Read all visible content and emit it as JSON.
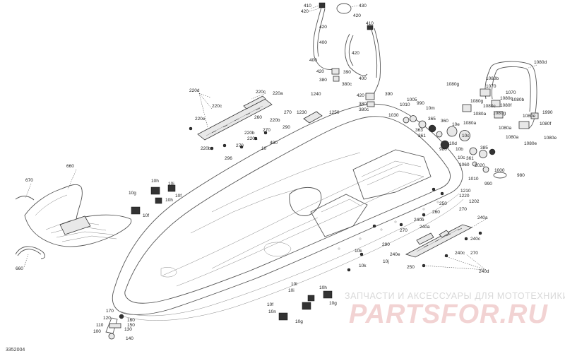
{
  "diagram_id": "3352004",
  "watermark": {
    "line": "ЗАПЧАСТИ И АКСЕССУАРЫ ДЛЯ МОТОТЕХНИКИ",
    "logo": "PARTSFOR.RU"
  },
  "callouts": {
    "c410a": "410",
    "c420a": "420",
    "c430": "430",
    "c420b": "420",
    "c410b": "410",
    "c420c": "420",
    "c400a": "400",
    "c420d": "420",
    "c400b": "400",
    "c420e": "420",
    "c390a": "390",
    "c380a": "380",
    "c380c": "380c",
    "c420f": "420",
    "c390b": "390",
    "c380b": "380",
    "c380c2": "380c",
    "c1240": "1240",
    "c1230": "1230",
    "c1250": "1250",
    "c220d": "220d",
    "c220c": "220c",
    "c220a": "220a",
    "c220c2": "220c",
    "c270a": "270",
    "c220e": "220e",
    "c220b": "220b",
    "c260": "260",
    "c270b": "270",
    "c290a": "290",
    "c220b2": "220b",
    "c220a2": "220a",
    "c480": "480",
    "c270c": "270",
    "c10": "10",
    "c296": "296",
    "c220b3": "220b",
    "c1030": "1030",
    "c1010": "1010",
    "c1005": "1005",
    "c990": "990",
    "c10m": "10m",
    "c365": "365",
    "c360": "360",
    "c10e": "10e",
    "c10d": "10d",
    "c10c": "10c",
    "c363": "363",
    "c361": "361",
    "c980": "980",
    "c10b": "10b",
    "c10c2": "10c",
    "c385": "385",
    "c1060": "1060",
    "c1020": "1020",
    "c980b": "980",
    "c1010b": "1010",
    "c1000": "1000",
    "c1070": "1070",
    "c1080g": "1080g",
    "c1080b": "1080b",
    "c1080c": "1080c",
    "c1080f": "1080f",
    "c1080a": "1080a",
    "c1080g2": "1080g",
    "c1080d": "1080d",
    "c1080a2": "1080a",
    "c1080e": "1080e",
    "c1080b2": "1080b",
    "c1990": "1990",
    "c1080f2": "1080f",
    "c1080e2": "1080e",
    "c1210": "1210",
    "c1220": "1220",
    "c1202": "1202",
    "c270d": "270",
    "c250": "250",
    "c260b": "260",
    "c240a": "240a",
    "c240b": "240b",
    "c240a2": "240a",
    "c270e": "270",
    "c290b": "290",
    "c240c": "240c",
    "c240e": "240e",
    "c240c2": "240c",
    "c240d": "240d",
    "c250b": "250",
    "c270f": "270",
    "c670": "670",
    "c660": "660",
    "c660b": "660",
    "c10g": "10g",
    "c10h": "10h",
    "c10i": "10i",
    "c10f": "10f",
    "c10h2": "10h",
    "c10f2": "10f",
    "c10k": "10k",
    "c10j": "10j",
    "c10k2": "10k",
    "c10l": "10l",
    "c10n": "10n",
    "c10i2": "10i",
    "c10g2": "10g",
    "c10f3": "10f",
    "c10h3": "10h",
    "c10g3": "10g",
    "c170": "170",
    "c120": "120",
    "c160": "160",
    "c150": "150",
    "c130": "130",
    "c100": "100",
    "c110": "110",
    "c140": "140"
  }
}
